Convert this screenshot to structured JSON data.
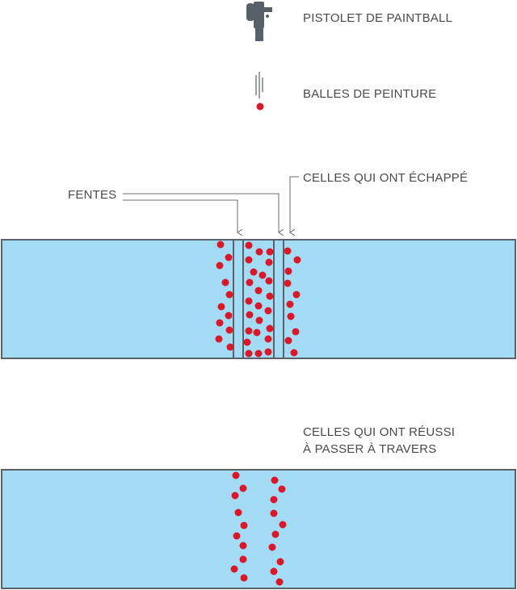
{
  "labels": {
    "gun": "PISTOLET DE PAINTBALL",
    "paintballs": "BALLES DE PEINTURE",
    "slits": "FENTES",
    "escaped": "CELLES QUI ONT ÉCHAPPÉ",
    "passed_line1": "CELLES QUI ONT RÉUSSI",
    "passed_line2": "À PASSER À TRAVERS"
  },
  "colors": {
    "screen_fill": "#a5dcf5",
    "screen_stroke": "#5a6168",
    "ball": "#d7192a",
    "gun": "#58606a",
    "text": "#4a4a4a",
    "leader": "#6b6b6b"
  },
  "icons": {
    "gun": "paintball-gun-icon",
    "ball": "paintball-icon"
  }
}
